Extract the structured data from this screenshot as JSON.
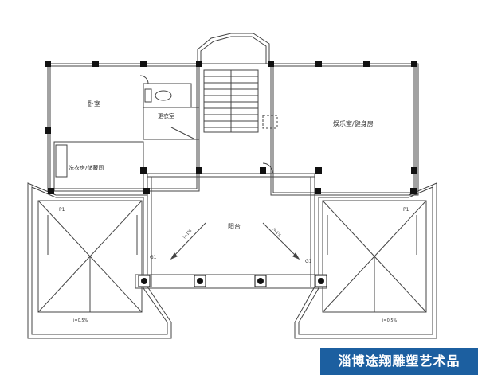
{
  "rooms": {
    "bedroom": "卧室",
    "dressing": "更衣室",
    "laundry": "洗衣房/储藏间",
    "recreation": "娱乐室/健身房",
    "terrace": "阳台"
  },
  "annotations": {
    "p1_left": "P1",
    "p1_right": "P1",
    "slope_left": "i=1%",
    "slope_right": "i=1%",
    "slope_roof_left": "i=0.5%",
    "slope_roof_right": "i=0.5%",
    "drain_left": "G1",
    "drain_right": "G1"
  },
  "banner": {
    "text": "淄博途翔雕塑艺术品"
  },
  "colors": {
    "line": "#444444",
    "column": "#111111",
    "banner": "#1c5fa0"
  }
}
